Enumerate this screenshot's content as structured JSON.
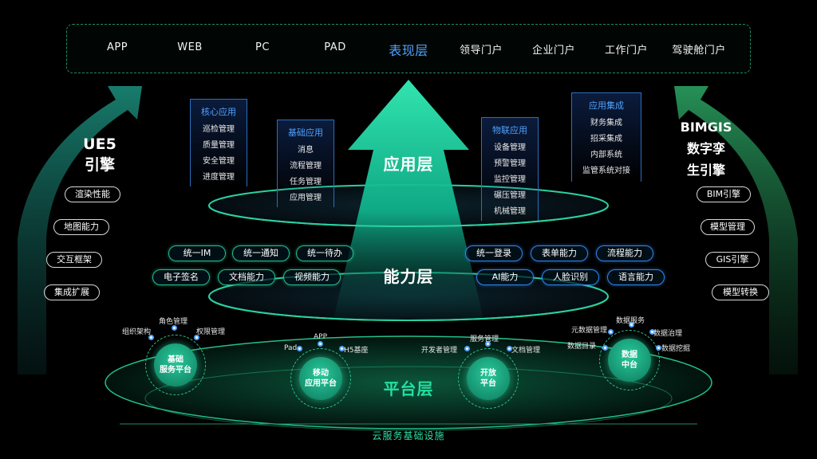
{
  "top_bar": {
    "items": [
      "APP",
      "WEB",
      "PC",
      "PAD",
      "表现层",
      "领导门户",
      "企业门户",
      "工作门户",
      "驾驶舱门户"
    ]
  },
  "left_engine": {
    "title_line1": "UE5",
    "title_line2": "引擎",
    "items": [
      "渲染性能",
      "地图能力",
      "交互框架",
      "集成扩展"
    ]
  },
  "right_engine": {
    "title_line1": "BIMGIS",
    "title_line2": "数字孪",
    "title_line3": "生引擎",
    "items": [
      "BIM引擎",
      "模型管理",
      "GIS引擎",
      "模型转换"
    ]
  },
  "app_layer": {
    "label": "应用层",
    "boxes": [
      {
        "title": "核心应用",
        "items": [
          "巡检管理",
          "质量管理",
          "安全管理",
          "进度管理"
        ]
      },
      {
        "title": "基础应用",
        "items": [
          "消息",
          "流程管理",
          "任务管理",
          "应用管理"
        ]
      },
      {
        "title": "物联应用",
        "items": [
          "设备管理",
          "预警管理",
          "监控管理",
          "碾压管理",
          "机械管理"
        ]
      },
      {
        "title": "应用集成",
        "items": [
          "财务集成",
          "招采集成",
          "内部系统",
          "监管系统对接"
        ]
      }
    ]
  },
  "capability_layer": {
    "label": "能力层",
    "left_row1": [
      "统一IM",
      "统一通知",
      "统一待办"
    ],
    "left_row2": [
      "电子签名",
      "文档能力",
      "视频能力"
    ],
    "right_row1": [
      "统一登录",
      "表单能力",
      "流程能力"
    ],
    "right_row2": [
      "AI能力",
      "人脸识别",
      "语言能力"
    ]
  },
  "platform_layer": {
    "label": "平台层",
    "hubs": [
      {
        "line1": "基础",
        "line2": "服务平台",
        "nodes": [
          "组织架构",
          "角色管理",
          "权限管理"
        ]
      },
      {
        "line1": "移动",
        "line2": "应用平台",
        "nodes": [
          "Pad",
          "APP",
          "H5基座"
        ]
      },
      {
        "line1": "开放",
        "line2": "平台",
        "nodes": [
          "开发者管理",
          "服务管理",
          "文档管理"
        ]
      },
      {
        "line1": "数据",
        "line2": "中台",
        "nodes": [
          "元数据管理",
          "数据服务",
          "数据治理",
          "数据目录",
          "数据挖掘"
        ]
      }
    ]
  },
  "infrastructure": {
    "label": "云服务基础设施"
  },
  "colors": {
    "accent_green": "#22e0a0",
    "accent_blue": "#4ea2ff",
    "background": "#000000"
  }
}
